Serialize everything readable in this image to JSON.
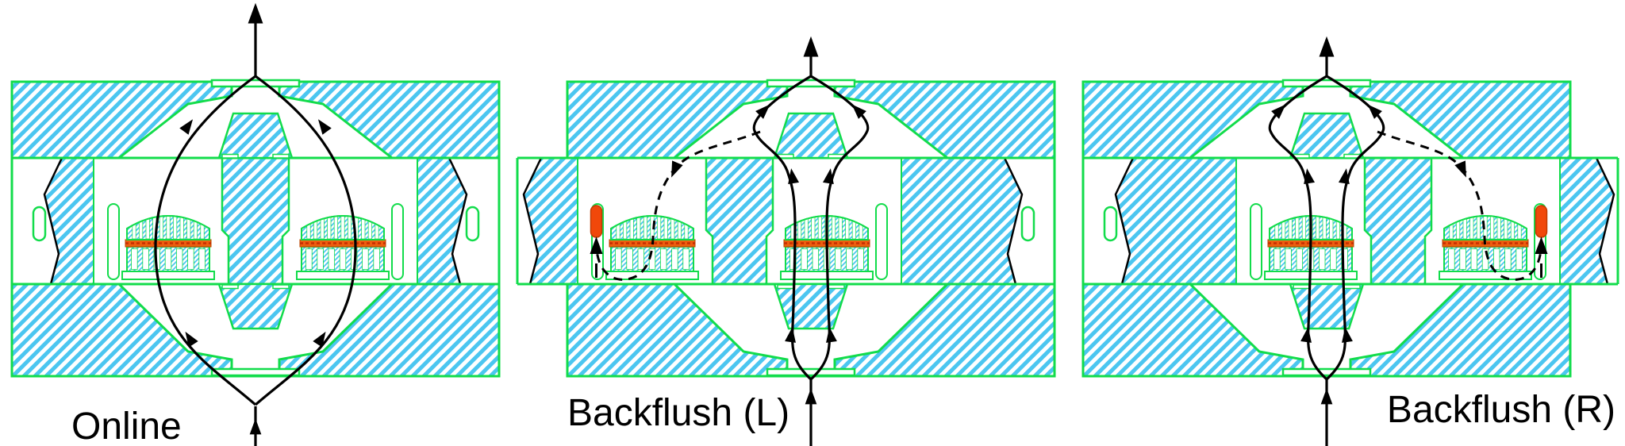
{
  "panels": [
    {
      "id": "online",
      "label": "Online",
      "mode": "online",
      "filter_flow": "up through both filters"
    },
    {
      "id": "backflush-left",
      "label": "Backflush (L)",
      "mode": "backflush-left",
      "filter_flow": "production through right filter, reverse flush through left filter"
    },
    {
      "id": "backflush-right",
      "label": "Backflush (R)",
      "mode": "backflush-right",
      "filter_flow": "production through left filter, reverse flush through right filter"
    }
  ],
  "colors": {
    "outline_green": "#12DC4B",
    "hatch_cyan": "#4BC6F0",
    "screen_orange": "#ED5E0F",
    "screen_border": "#B54A00",
    "screen_mesh_red": "#C62D00",
    "slug_orange": "#F1480A",
    "slug_border": "#C03A00",
    "flow_line_black": "#000000",
    "label_black": "#000000",
    "background_white": "#FFFFFF"
  }
}
